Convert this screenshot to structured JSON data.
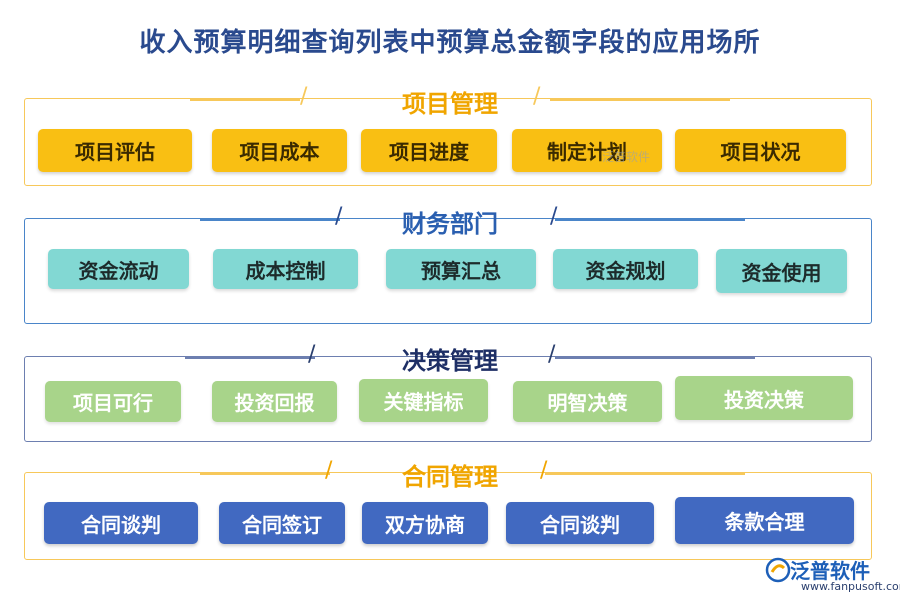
{
  "title": "收入预算明细查询列表中预算总金额字段的应用场所",
  "sections": [
    {
      "title": "项目管理",
      "color": "#f9bf13",
      "items": [
        "项目评估",
        "项目成本",
        "项目进度",
        "制定计划",
        "项目状况"
      ]
    },
    {
      "title": "财务部门",
      "color": "#82d8d3",
      "items": [
        "资金流动",
        "成本控制",
        "预算汇总",
        "资金规划",
        "资金使用"
      ]
    },
    {
      "title": "决策管理",
      "color": "#a8d48a",
      "items": [
        "项目可行",
        "投资回报",
        "关键指标",
        "明智决策",
        "投资决策"
      ]
    },
    {
      "title": "合同管理",
      "color": "#4169c1",
      "items": [
        "合同谈判",
        "合同签订",
        "双方协商",
        "合同谈判",
        "条款合理"
      ]
    }
  ],
  "watermark": "泛普软件",
  "logo": {
    "name": "泛普软件",
    "url": "www.fanpusoft.com"
  }
}
